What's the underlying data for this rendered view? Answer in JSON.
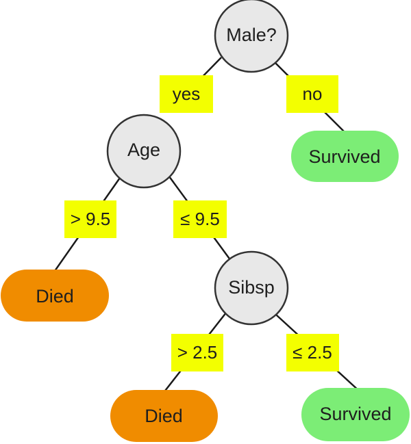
{
  "nodes": {
    "root": {
      "label": "Male?"
    },
    "age": {
      "label": "Age"
    },
    "sibsp": {
      "label": "Sibsp"
    }
  },
  "leaves": {
    "root_no": {
      "label": "Survived",
      "outcome": "survived"
    },
    "age_gt": {
      "label": "Died",
      "outcome": "died"
    },
    "sibsp_gt": {
      "label": "Died",
      "outcome": "died"
    },
    "sibsp_le": {
      "label": "Survived",
      "outcome": "survived"
    }
  },
  "edges": {
    "root_yes": {
      "label": "yes"
    },
    "root_no": {
      "label": "no"
    },
    "age_gt": {
      "label": "> 9.5"
    },
    "age_le": {
      "label": "≤ 9.5"
    },
    "sibsp_gt": {
      "label": "> 2.5"
    },
    "sibsp_le": {
      "label": "≤ 2.5"
    }
  },
  "colors": {
    "decision_node": "#e8e8e8",
    "died_leaf": "#f08c00",
    "survived_leaf": "#7ced76",
    "edge_label": "#f3ff00",
    "line": "#1a1a1a"
  }
}
